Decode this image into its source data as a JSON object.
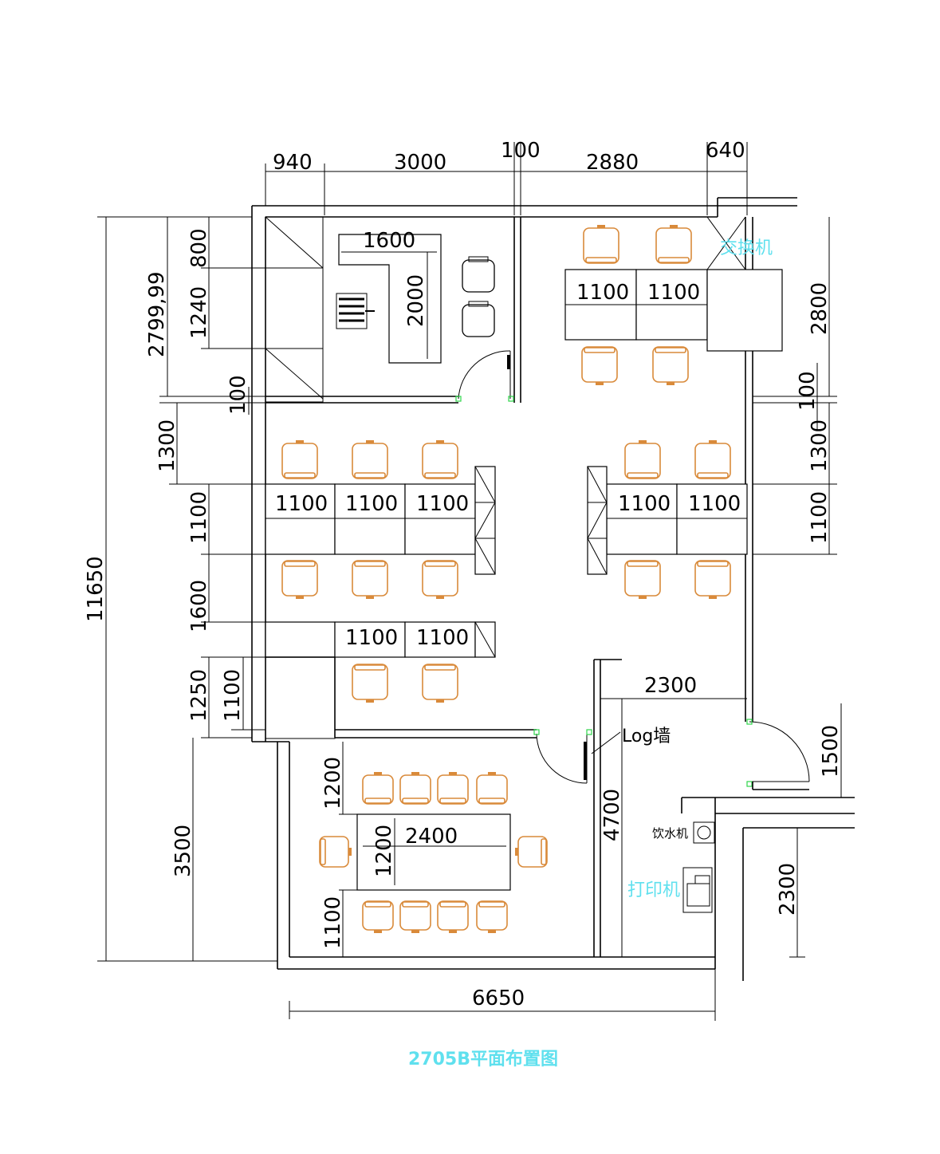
{
  "title": "2705B平面布置图",
  "labels": {
    "switch": "交换机",
    "printer": "打印机",
    "water": "饮水机",
    "logo_wall": "Log墙"
  },
  "dims": {
    "top": [
      "940",
      "3000",
      "100",
      "2880",
      "640"
    ],
    "left_outer": "11650",
    "left_top": "2799,99",
    "left_a": "800",
    "left_b": "1240",
    "left_100": "100",
    "left_1300": "1300",
    "left_1100": "1100",
    "left_1600": "1600",
    "left_1250": "1250",
    "left_1100b": "1100",
    "left_3500": "3500",
    "right_2800": "2800",
    "right_100": "100",
    "right_1300": "1300",
    "right_1100": "1100",
    "right_1500": "1500",
    "right_2300": "2300",
    "mid_2300": "2300",
    "mid_4700": "4700",
    "bottom": "6650",
    "boss_desk_w": "1600",
    "boss_desk_h": "2000",
    "desk": "1100",
    "meet_w": "2400",
    "meet_h": "1200",
    "meet_gap_top": "1200",
    "meet_gap_bot": "1100"
  },
  "colors": {
    "chair": "#d98a3a",
    "label": "#5fe0ee",
    "hinge": "#2fd64b"
  }
}
